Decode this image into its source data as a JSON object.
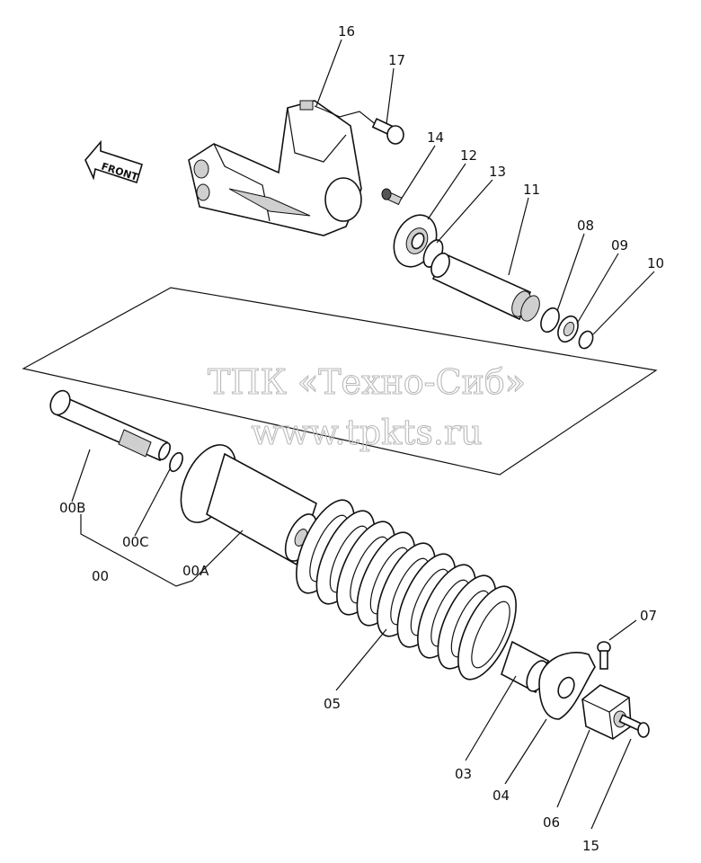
{
  "watermark": {
    "line1": "ТПК «Техно-Сиб»",
    "line2": "www.tpkts.ru"
  },
  "front_arrow": {
    "label": "FRONT"
  },
  "labels": {
    "p16": "16",
    "p17": "17",
    "p14": "14",
    "p12": "12",
    "p13": "13",
    "p11": "11",
    "p08": "08",
    "p09": "09",
    "p10": "10",
    "p00B": "00B",
    "p00C": "00C",
    "p00": "00",
    "p00A": "00A",
    "p05": "05",
    "p07": "07",
    "p03": "03",
    "p04": "04",
    "p06": "06",
    "p15": "15"
  }
}
